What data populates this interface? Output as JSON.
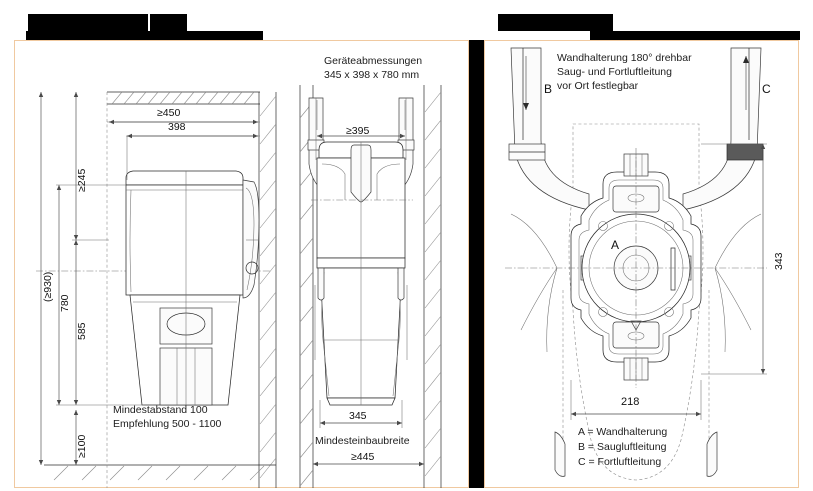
{
  "header": {
    "redacted_blocks": [
      "block-title-1",
      "block-title-2",
      "block-bar-left",
      "block-title-right",
      "block-bar-right"
    ],
    "redaction_color": "#000000"
  },
  "frame": {
    "border_color": "#f0c9a0",
    "divider_color": "#000000"
  },
  "panels": {
    "left": {
      "name": "side-view",
      "note_line1": "Mindestabstand 100",
      "note_line2": "Empfehlung 500 - 1100",
      "dimensions": {
        "overall_height": "(≥930)",
        "height_780": "780",
        "height_585": "585",
        "top_clearance": "≥245",
        "floor_clearance": "≥100",
        "depth_total": "≥450",
        "depth_device": "398"
      }
    },
    "middle": {
      "name": "front-view",
      "caption_line1": "Geräteabmessungen",
      "caption_line2": "345 x 398 x 780 mm",
      "bottom_label": "Mindesteinbaubreite",
      "dimensions": {
        "width_top": "≥395",
        "width_device": "345",
        "width_min_install": "≥445"
      }
    },
    "right": {
      "name": "wall-mount-plan-view",
      "caption_line1": "Wandhalterung 180° drehbar",
      "caption_line2": "Saug- und Fortluftleitung",
      "caption_line3": "vor Ort festlegbar",
      "markers": {
        "a": "A",
        "b": "B",
        "c": "C"
      },
      "dimensions": {
        "height_343": "343",
        "width_218": "218"
      },
      "legend": {
        "line_a": "A = Wandhalterung",
        "line_b": "B = Saugluftleitung",
        "line_c": "C = Fortluftleitung"
      }
    }
  }
}
